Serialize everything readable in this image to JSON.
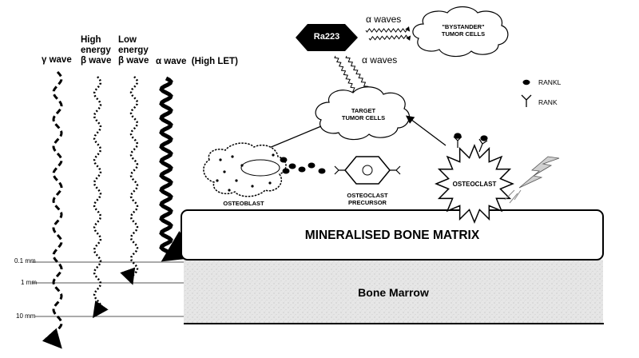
{
  "waves": {
    "gamma": "γ wave",
    "high_beta": [
      "High",
      "energy",
      "β wave"
    ],
    "low_beta": [
      "Low",
      "energy",
      "β wave"
    ],
    "alpha": "α wave  (High LET)"
  },
  "depths": [
    "0.1 mm",
    "1 mm",
    "10 mm"
  ],
  "source": "Ra223",
  "alpha_label": "α waves",
  "bystander": [
    "\"BYSTANDER\"",
    "TUMOR CELLS"
  ],
  "target": [
    "TARGET",
    "TUMOR CELLS"
  ],
  "osteoblast": "OSTEOBLAST",
  "osteoclast_precursor": [
    "OSTEOCLAST",
    "PRECURSOR"
  ],
  "osteoclast": "OSTEOCLAST",
  "legend": {
    "rankl": "RANKL",
    "rank": "RANK"
  },
  "bone_matrix": "MINERALISED BONE MATRIX",
  "bone_marrow": "Bone Marrow"
}
